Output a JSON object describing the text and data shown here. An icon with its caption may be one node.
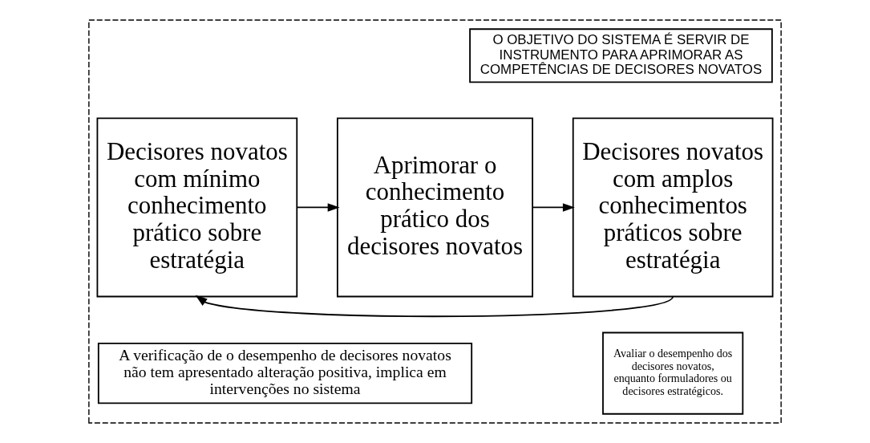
{
  "diagram": {
    "nodes": [
      {
        "text": [],
        "shape": "box"
      },
      {
        "text": [
          "O OBJETIVO DO SISTEMA É SERVIR DE INSTRUMENTO PARA APRIMORAR AS COMPETÊNCIAS DE DECISORES NOVATOS"
        ],
        "in": 0
      },
      {
        "text": [
          "Decisores novatos com mínimo conhecimento prático sobre estratégia"
        ],
        "in": 0
      },
      {
        "text": [
          "Aprimorar o conhecimento prático dos decisores novatos"
        ],
        "in": 0
      },
      {
        "text": [
          "Decisores novatos com amplos conhecimentos práticos sobre estratégia"
        ],
        "in": 0
      },
      {
        "text": [
          "A verificação de o desempenho de decisores novatos não tem apresentado alteração positiva, implica em intervenções no sistema"
        ],
        "in": 0
      },
      {
        "text": [
          "Avaliar o desempenho dos decisores novatos, enquanto formuladores ou decisores estratégicos."
        ],
        "in": 0
      }
    ],
    "edges": [
      {
        "from": 2,
        "to": 3,
        "arrow": "to"
      },
      {
        "from": 3,
        "to": 4,
        "arrow": "to"
      },
      {
        "from": 4,
        "to": 2,
        "arrow": "to"
      }
    ]
  }
}
